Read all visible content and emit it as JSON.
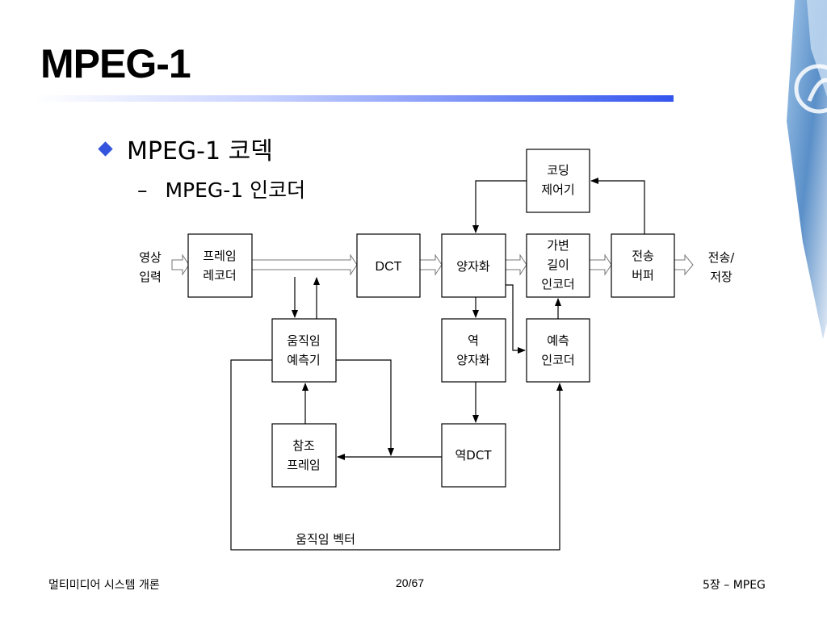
{
  "slide": {
    "title": "MPEG-1",
    "bullet_1": "MPEG-1 코덱",
    "bullet_2": "MPEG-1 인코더",
    "bullet_2_dash": "–"
  },
  "diagram": {
    "input_label": [
      "영상",
      "입력"
    ],
    "output_label": [
      "전송/",
      "저장"
    ],
    "motion_vector_label": "움직임 벡터",
    "blocks": {
      "frame_reorder": [
        "프레임",
        "레코더"
      ],
      "dct": [
        "DCT"
      ],
      "quantizer": [
        "양자화"
      ],
      "vlc": [
        "가변",
        "길이",
        "인코더"
      ],
      "tx_buffer": [
        "전송",
        "버퍼"
      ],
      "coding_control": [
        "코딩",
        "제어기"
      ],
      "motion_estimator": [
        "움직임",
        "예측기"
      ],
      "inverse_quantizer": [
        "역",
        "양자화"
      ],
      "predictive_encoder": [
        "예측",
        "인코더"
      ],
      "reference_frame": [
        "참조",
        "프레임"
      ],
      "inverse_dct": [
        "역DCT"
      ]
    }
  },
  "footer": {
    "left": "멀티미디어 시스템 개론",
    "center": "20/67",
    "right": "5장 – MPEG"
  }
}
